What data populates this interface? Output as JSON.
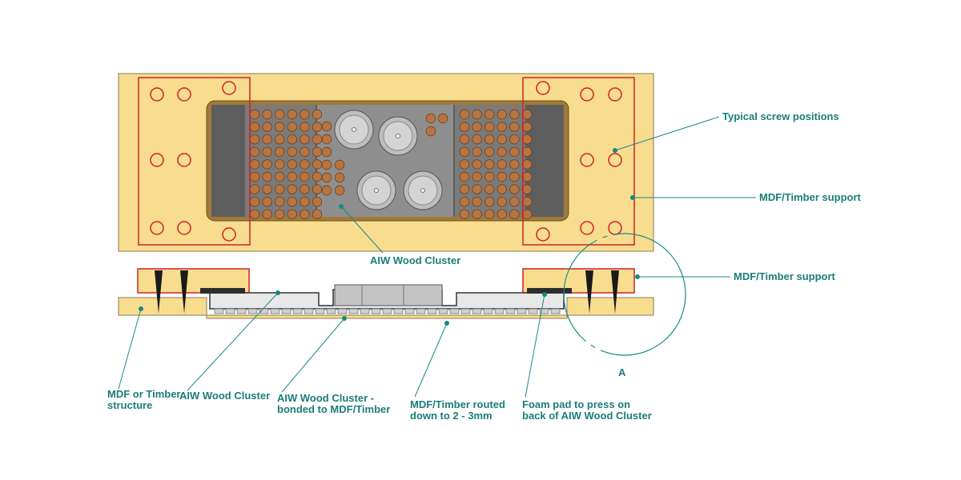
{
  "colors": {
    "timber": "#f8dd8e",
    "timber_stroke": "#8a7a55",
    "red_line": "#d0202a",
    "panel_dark": "#5a5a5a",
    "panel_gray": "#9a9a9a",
    "brown_dot": "#b87440",
    "teal": "#1a7d7a"
  },
  "icons": {
    "screw": "screw-hole-icon",
    "screw_spike": "screw-spike-icon"
  },
  "labels": {
    "typical_screw": "Typical screw positions",
    "mdf_support_top": "MDF/Timber support",
    "aiw_cluster_top": "AIW Wood Cluster",
    "mdf_support_section": "MDF/Timber support",
    "detail_marker": "A",
    "mdf_structure": [
      "MDF or Timber",
      "structure"
    ],
    "aiw_cluster_section": "AIW Wood Cluster",
    "aiw_bonded": [
      "AIW Wood Cluster -",
      "bonded to MDF/Timber"
    ],
    "routed": [
      "MDF/Timber routed",
      "down to 2 - 3mm"
    ],
    "foam_pad": [
      "Foam pad to press on",
      "back of AIW Wood Cluster"
    ]
  }
}
